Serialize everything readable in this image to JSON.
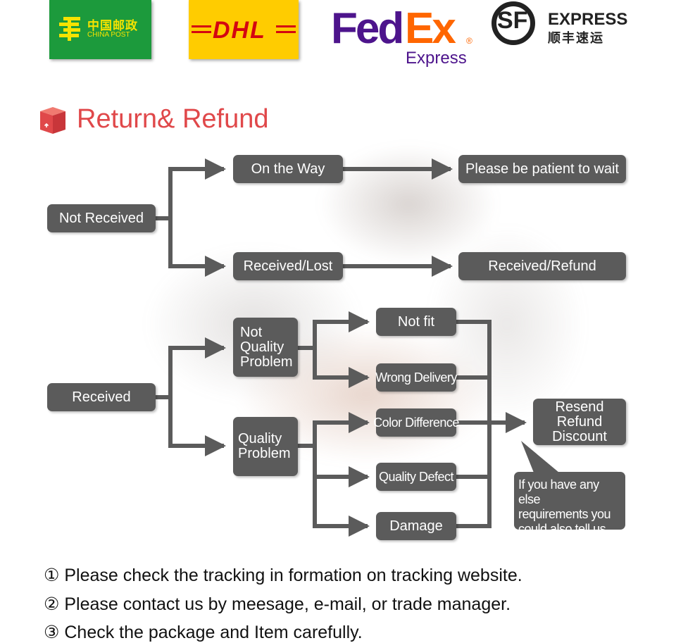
{
  "logos": {
    "china_post": {
      "cn": "中国邮政",
      "en": "CHINA POST"
    },
    "dhl": {
      "text": "DHL"
    },
    "fedex": {
      "fed": "Fed",
      "ex": "Ex",
      "express": "Express",
      "reg": "®"
    },
    "sf": {
      "letters": "SF",
      "en": "EXPRESS",
      "cn": "顺丰速运"
    }
  },
  "section": {
    "title": "Return& Refund"
  },
  "flow": {
    "not_received": "Not Received",
    "on_the_way": "On the Way",
    "wait": "Please be patient to wait",
    "received_lost": "Received/Lost",
    "received_refund": "Received/Refund",
    "received": "Received",
    "not_quality_problem": "Not\nQuality\nProblem",
    "quality_problem": "Quality\nProblem",
    "not_fit": "Not fit",
    "wrong_delivery": "Wrong Delivery",
    "color_difference": "Color Difference",
    "quality_defect": "Quality Defect",
    "damage": "Damage",
    "resend": "Resend\nRefund\nDiscount",
    "note": "If you have any else\nrequirements you\ncould also tell us"
  },
  "instructions": [
    "① Please check the tracking in formation on tracking website.",
    "② Please contact us by meesage, e-mail, or trade manager.",
    "③ Check the package and Item  carefully."
  ],
  "colors": {
    "box": "#5b5b5b",
    "title": "#e0484a",
    "arrow": "#5b5b5b"
  }
}
